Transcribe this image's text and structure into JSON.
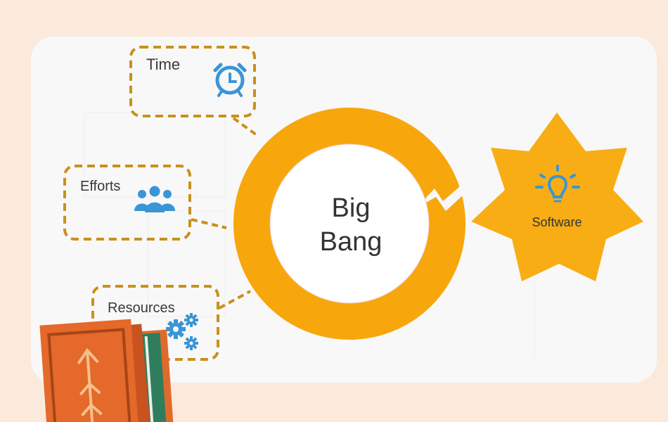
{
  "diagram": {
    "center_label_line1": "Big",
    "center_label_line2": "Bang",
    "inputs": [
      {
        "label": "Time",
        "icon": "alarm-clock-icon"
      },
      {
        "label": "Efforts",
        "icon": "people-group-icon"
      },
      {
        "label": "Resources",
        "icon": "gears-icon"
      }
    ],
    "output": {
      "label": "Software",
      "icon": "lightbulb-icon"
    }
  },
  "colors": {
    "background_outer": "#fbeadb",
    "panel": "#f8f8f8",
    "ring": "#f7a70c",
    "dashed_border": "#c9901c",
    "star": "#f9ad14",
    "icon_blue": "#3a95d6",
    "book_orange": "#e4692a",
    "book_green": "#2f7d5d"
  }
}
